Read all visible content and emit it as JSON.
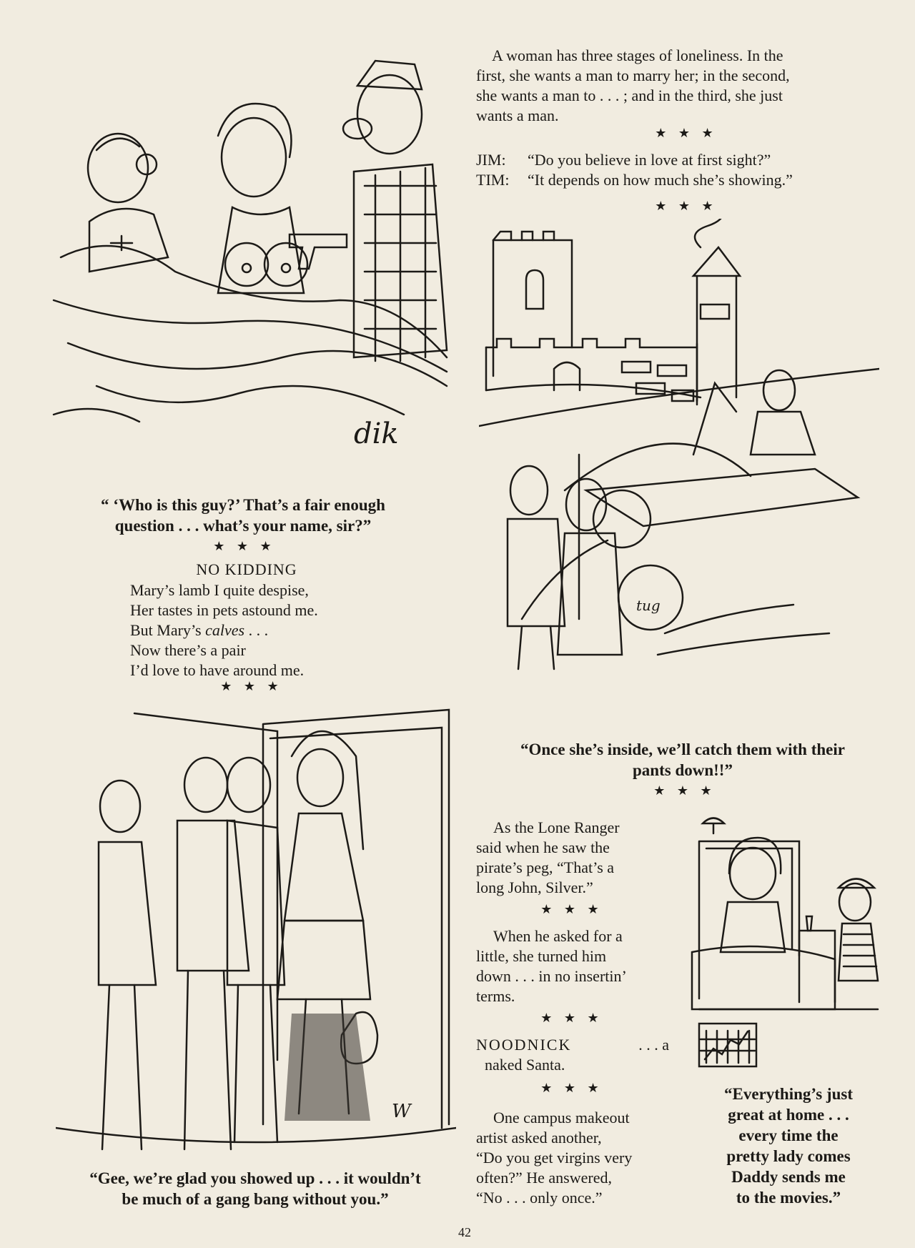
{
  "page": {
    "number": "42"
  },
  "cartoons": {
    "bedroom": {
      "caption_line1": "“ ‘Who is this guy?’ That’s a fair enough",
      "caption_line2": "question . . . what’s your name, sir?”",
      "signature": "dik"
    },
    "castle": {
      "caption_line1": "“Once she’s inside, we’ll catch them with their",
      "caption_line2": "pants down!!”",
      "signature": "tug"
    },
    "doorway": {
      "caption_line1": "“Gee, we’re glad you showed up . . . it wouldn’t",
      "caption_line2": "be much of a gang bang without you.”",
      "signature": "W"
    },
    "hospital": {
      "caption_lines": [
        "“Everything’s just",
        "great at home . . .",
        "every time the",
        "pretty lady comes",
        "Daddy sends me",
        "to the movies.”"
      ]
    }
  },
  "separator": "★ ★ ★",
  "jokes": {
    "loneliness": [
      "A woman has three stages of loneliness. In the",
      "first, she wants a man to marry her; in the second,",
      "she wants a man to . . . ; and in the third, she just",
      "wants a man."
    ],
    "dialogue": [
      {
        "speaker": "JIM:",
        "line": "“Do you believe in love at first sight?”"
      },
      {
        "speaker": "TIM:",
        "line": "“It depends on how much she’s showing.”"
      }
    ],
    "poem": {
      "title": "NO KIDDING",
      "line1": "Mary’s lamb I quite despise,",
      "line2": "Her tastes in pets astound me.",
      "line3_prefix": "But Mary’s ",
      "line3_italic": "calves",
      "line3_suffix": " . . .",
      "line4": "Now there’s a pair",
      "line5": "I’d love to have around me."
    },
    "lone_ranger": [
      "As the Lone Ranger",
      "said when he saw the",
      "pirate’s peg, “That’s a",
      "long John, Silver.”"
    ],
    "insertin": [
      "When he asked for a",
      "little, she turned him",
      "down . . . in no insertin’",
      "terms."
    ],
    "noodnick": {
      "line1_word": "NOODNICK",
      "line1_rest": ". . .   a",
      "line2": "naked Santa."
    },
    "campus": [
      "One campus makeout",
      "artist asked another,",
      "“Do you get virgins very",
      "often?” He answered,",
      "“No . . . only once.”"
    ]
  }
}
